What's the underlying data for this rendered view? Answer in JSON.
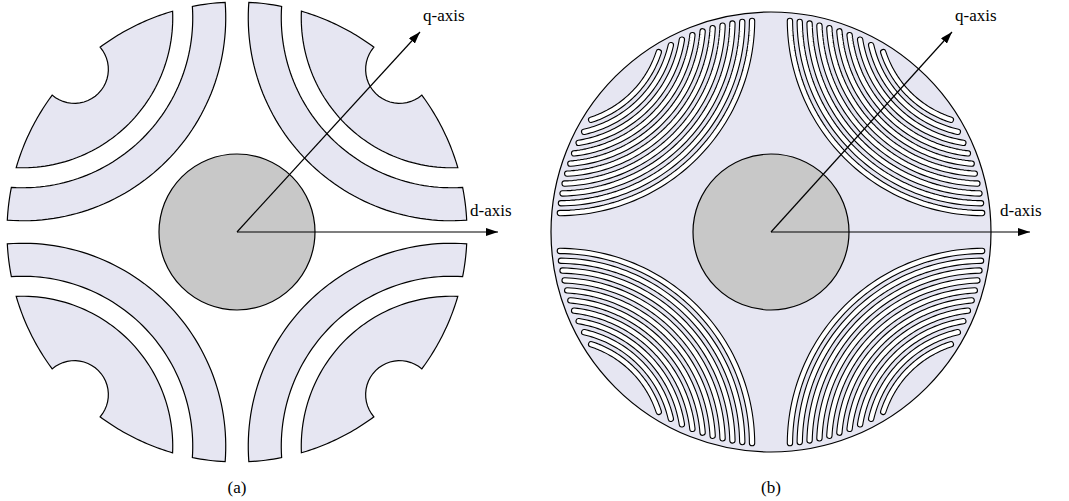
{
  "diagram": {
    "labels": [
      "q-axis",
      "d-axis",
      "(a)",
      "q-axis",
      "d-axis",
      "(b)"
    ]
  }
}
